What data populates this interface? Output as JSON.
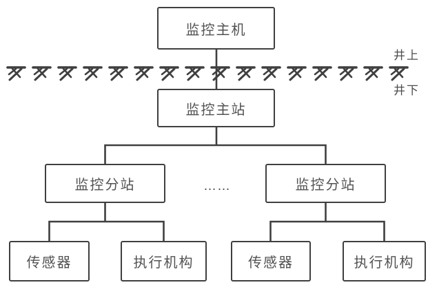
{
  "diagram": {
    "type": "hierarchy",
    "description": "Mine monitoring system architecture diagram",
    "nodes": [
      {
        "id": "host",
        "label": "监控主机"
      },
      {
        "id": "master",
        "label": "监控主站"
      },
      {
        "id": "substation-left",
        "label": "监控分站"
      },
      {
        "id": "substation-right",
        "label": "监控分站"
      },
      {
        "id": "sensor-left",
        "label": "传感器"
      },
      {
        "id": "actuator-left",
        "label": "执行机构"
      },
      {
        "id": "sensor-right",
        "label": "传感器"
      },
      {
        "id": "actuator-right",
        "label": "执行机构"
      }
    ],
    "edges": [
      {
        "from": "host",
        "to": "master"
      },
      {
        "from": "master",
        "to": "substation-left"
      },
      {
        "from": "master",
        "to": "substation-right"
      },
      {
        "from": "substation-left",
        "to": "sensor-left"
      },
      {
        "from": "substation-left",
        "to": "actuator-left"
      },
      {
        "from": "substation-right",
        "to": "sensor-right"
      },
      {
        "from": "substation-right",
        "to": "actuator-right"
      }
    ],
    "annotations": {
      "above_ground": "井上",
      "below_ground": "井下",
      "ellipsis": "……"
    },
    "ground_line": {
      "symbol": "hatched ground-surface marks",
      "separates": [
        "井上",
        "井下"
      ]
    },
    "colors": {
      "line": "#3f3f3f",
      "text": "#525252",
      "background": "#ffffff"
    }
  }
}
